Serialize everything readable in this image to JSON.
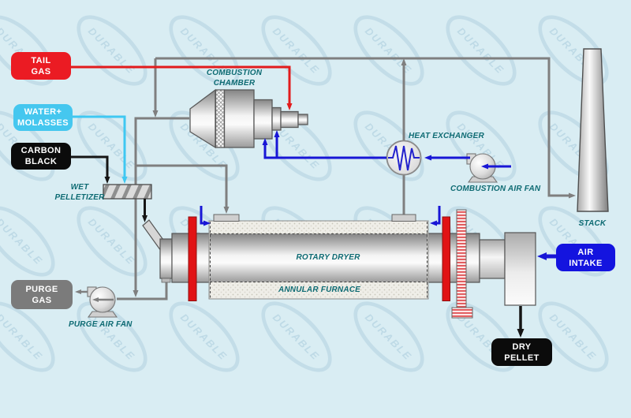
{
  "watermark": {
    "text": "DURABLE"
  },
  "boxes": {
    "tail_gas": {
      "line1": "TAIL",
      "line2": "GAS"
    },
    "water_molasses": {
      "line1": "WATER+",
      "line2": "MOLASSES"
    },
    "carbon_black": {
      "line1": "CARBON",
      "line2": "BLACK"
    },
    "purge_gas": {
      "line1": "PURGE",
      "line2": "GAS"
    },
    "air_intake": {
      "line1": "AIR",
      "line2": "INTAKE"
    },
    "dry_pellet": {
      "line1": "DRY",
      "line2": "PELLET"
    }
  },
  "labels": {
    "combustion_chamber_line1": "COMBUSTION",
    "combustion_chamber_line2": "CHAMBER",
    "heat_exchanger": "HEAT EXCHANGER",
    "combustion_air_fan": "COMBUSTION AIR FAN",
    "stack": "STACK",
    "rotary_dryer": "ROTARY DRYER",
    "annular_furnace": "ANNULAR FURNACE",
    "purge_air_fan": "PURGE AIR FAN",
    "wet_pelletizer_line1": "WET",
    "wet_pelletizer_line2": "PELLETIZER"
  },
  "colors": {
    "background": "#D9EDF3",
    "box_red": "#EB1B23",
    "box_cyan": "#45C7EF",
    "box_black": "#0B0B0B",
    "box_gray": "#7B7B7B",
    "box_blue": "#1414DF",
    "line_gray": "#7F7F7F",
    "line_red": "#E21B1C",
    "line_blue": "#1816D6",
    "line_cyan": "#3FC8F2",
    "line_black": "#151515",
    "flange_red": "#E11315",
    "label_teal": "#0E6B73",
    "watermark": "#8FB8D0"
  }
}
